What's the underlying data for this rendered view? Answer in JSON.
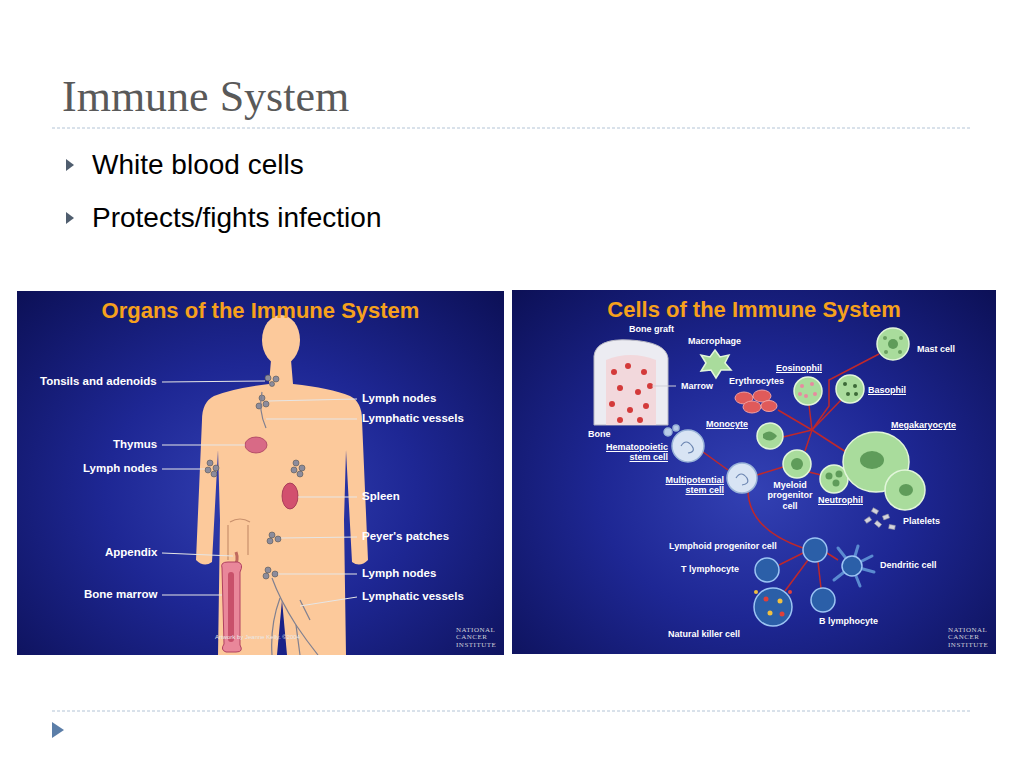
{
  "diagram": {
    "title": "Immune System",
    "nodes": [
      {
        "text": [
          "Organs of the Immune System"
        ]
      },
      {
        "text": [
          "Cells of the Immune System"
        ]
      }
    ],
    "labels": [
      "White blood cells",
      "Protects/fights infection",
      "Tonsils and adenoids",
      "Lymph nodes",
      "Lymphatic vessels",
      "Thymus",
      "Lymph nodes",
      "Spleen",
      "Peyer's patches",
      "Appendix",
      "Lymph nodes",
      "Bone marrow",
      "Lymphatic vessels",
      "Artwork by Jeanne Kelly. ©2004",
      "NATIONAL CANCER INSTITUTE",
      "Bone graft",
      "Macrophage",
      "Eosinophil",
      "Mast cell",
      "Marrow",
      "Erythrocytes",
      "Basophil",
      "Bone",
      "Monocyte",
      "Megakaryocyte",
      "Hematopoietic stem cell",
      "Multipotential stem cell",
      "Myeloid progenitor cell",
      "Neutrophil",
      "Platelets",
      "Lymphoid progenitor cell",
      "T lymphocyte",
      "Dendritic cell",
      "Natural killer cell",
      "B lymphocyte",
      "NATIONAL CANCER INSTITUTE"
    ]
  }
}
